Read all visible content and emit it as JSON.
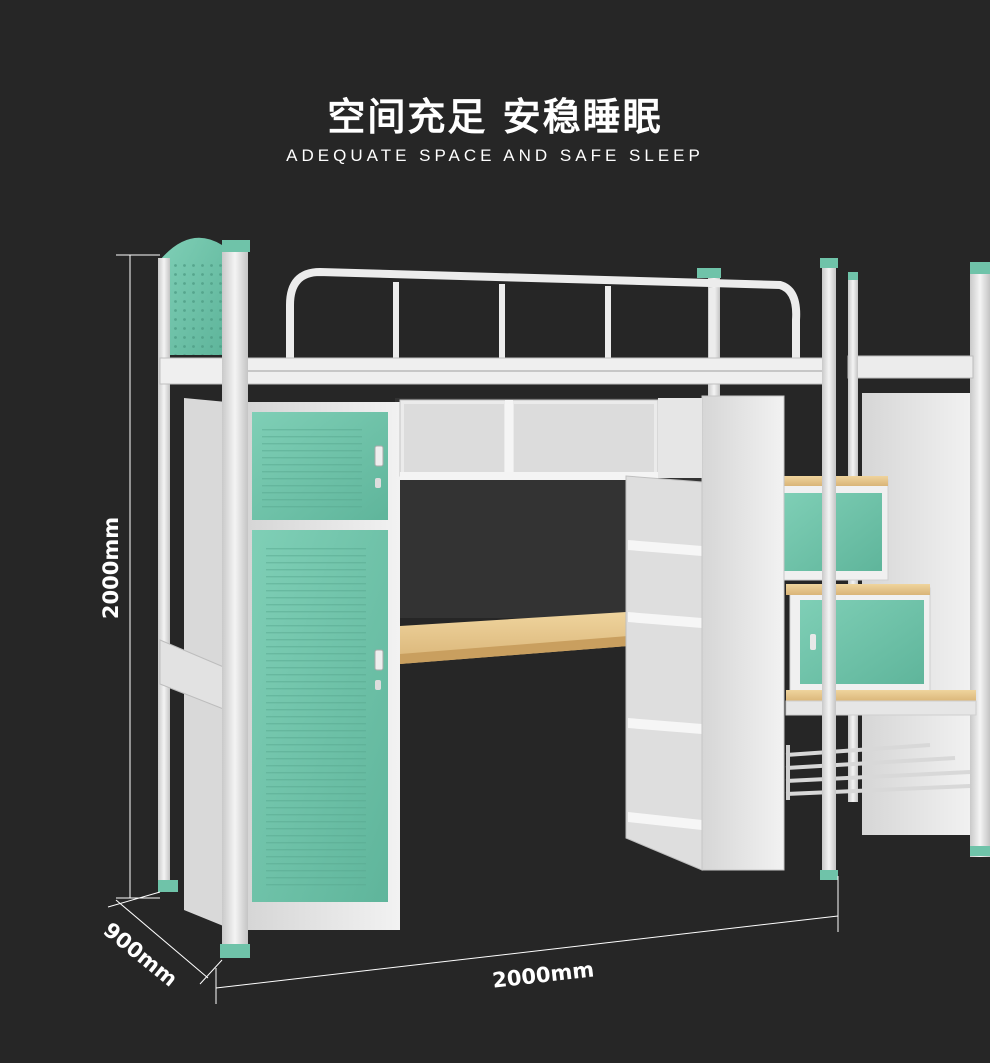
{
  "header": {
    "title": "空间充足 安稳睡眠",
    "subtitle": "ADEQUATE SPACE AND SAFE SLEEP"
  },
  "dimensions": {
    "height_label": "2000mm",
    "depth_label": "900mm",
    "width_label": "2000mm"
  },
  "colors": {
    "background": "#262626",
    "frame": "#e4e4e4",
    "accent_green": "#6fc3a9",
    "desk_wood": "#e8c88e",
    "dimension_line": "#ffffff"
  }
}
